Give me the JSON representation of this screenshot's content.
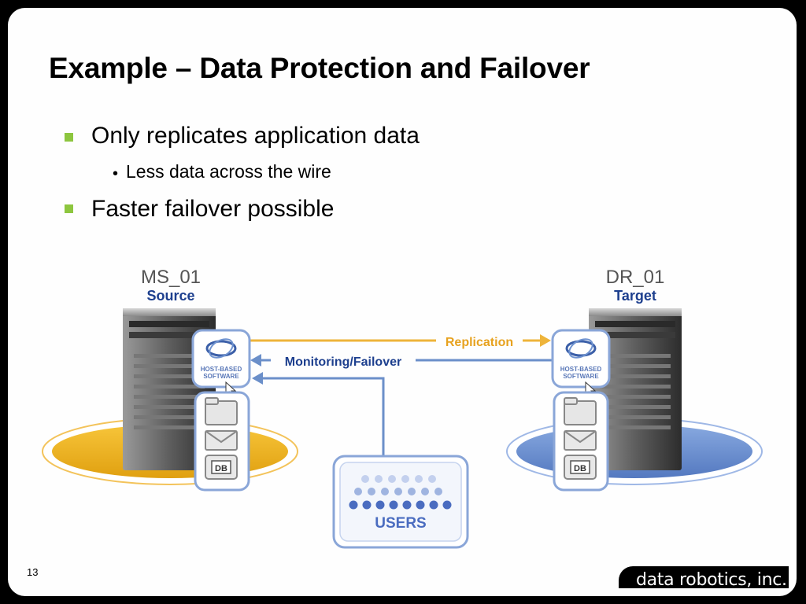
{
  "slide": {
    "title": "Example – Data Protection and Failover",
    "bullets": [
      {
        "text": "Only replicates application data",
        "level": 1
      },
      {
        "text": "Less data across the wire",
        "level": 2
      },
      {
        "text": "Faster failover possible",
        "level": 1
      }
    ],
    "page_number": "13",
    "brand": "data robotics, inc."
  },
  "diagram": {
    "source": {
      "name": "MS_01",
      "role": "Source"
    },
    "target": {
      "name": "DR_01",
      "role": "Target"
    },
    "software_label_line1": "HOST-BASED",
    "software_label_line2": "SOFTWARE",
    "db_label": "DB",
    "replication_label": "Replication",
    "monitoring_label": "Monitoring/Failover",
    "users_label": "USERS",
    "colors": {
      "accent_green": "#8dc63f",
      "source_disk": "#f1b520",
      "target_disk": "#6d95d6",
      "replication_arrow": "#eeb43a",
      "monitoring_arrow": "#6b8fc9",
      "label_blue": "#1d3f8e"
    }
  }
}
